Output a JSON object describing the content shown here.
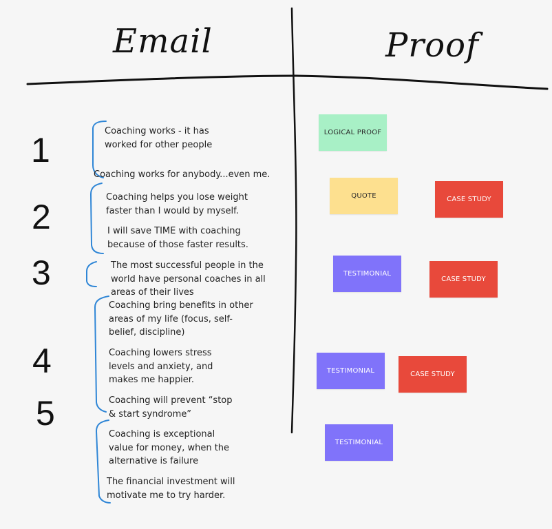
{
  "headings": {
    "left": "Email",
    "right": "Proof"
  },
  "numbers": [
    "1",
    "2",
    "3",
    "4",
    "5"
  ],
  "notes": [
    "Coaching works - it has\nworked for other people",
    "Coaching works for anybody...even me.",
    "Coaching helps you lose weight\nfaster than I would by myself.",
    "I will save TIME with coaching\nbecause of those faster results.",
    "The most successful people in the\nworld have personal coaches in all\nareas of their lives",
    "Coaching bring benefits in other\nareas of my life (focus, self-\nbelief, discipline)",
    "Coaching lowers stress\nlevels and anxiety, and\nmakes me happier.",
    "Coaching will prevent “stop\n& start syndrome”",
    "Coaching is exceptional\nvalue for money, when the\nalternative is failure",
    "The financial investment will\nmotivate me to try harder."
  ],
  "stickies": [
    {
      "label": "LOGICAL PROOF",
      "color": "#a8f0c6",
      "text_color": "#2a2a2a"
    },
    {
      "label": "QUOTE",
      "color": "#fde08f",
      "text_color": "#2a2a2a"
    },
    {
      "label": "CASE STUDY",
      "color": "#e8493b",
      "text_color": "#ffffff"
    },
    {
      "label": "TESTIMONIAL",
      "color": "#8073fa",
      "text_color": "#ffffff"
    },
    {
      "label": "CASE STUDY",
      "color": "#e8493b",
      "text_color": "#ffffff"
    },
    {
      "label": "TESTIMONIAL",
      "color": "#8073fa",
      "text_color": "#ffffff"
    },
    {
      "label": "CASE STUDY",
      "color": "#e8493b",
      "text_color": "#ffffff"
    },
    {
      "label": "TESTIMONIAL",
      "color": "#8073fa",
      "text_color": "#ffffff"
    }
  ],
  "colors": {
    "background": "#f6f6f6",
    "ink": "#111111",
    "bracket": "#2f86d6"
  }
}
